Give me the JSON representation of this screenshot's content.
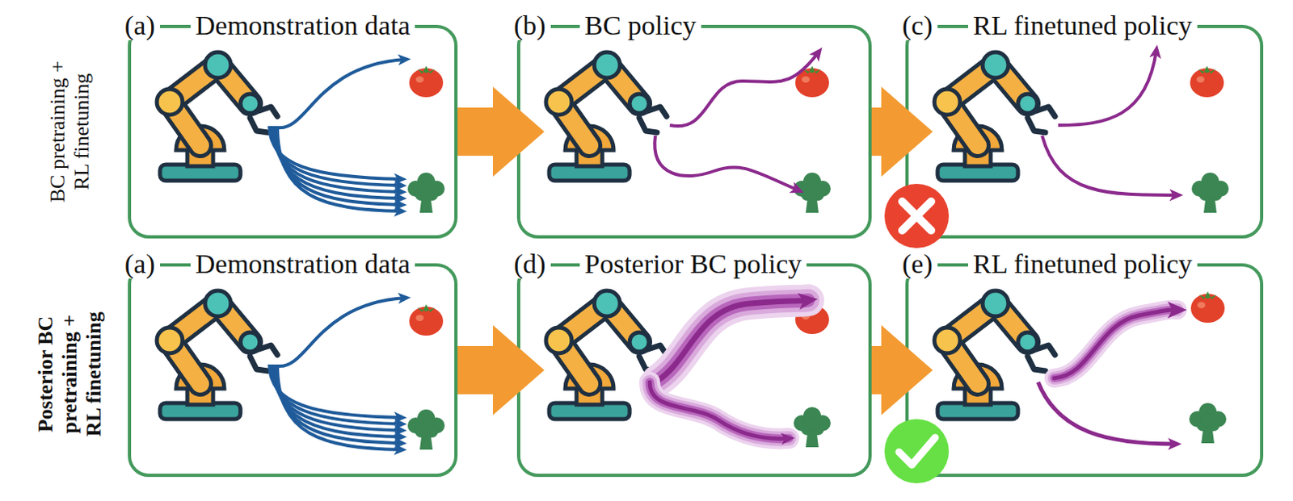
{
  "diagram": {
    "nodes": [
      {
        "text": [
          "(a)",
          "Demonstration data"
        ]
      },
      {
        "text": [
          "(b)",
          "BC policy"
        ]
      },
      {
        "text": [
          "(c)",
          "RL finetuned policy"
        ]
      },
      {
        "text": [
          "(a)",
          "Demonstration data"
        ]
      },
      {
        "text": [
          "(d)",
          "Posterior BC policy"
        ]
      },
      {
        "text": [
          "(e)",
          "RL finetuned policy"
        ]
      }
    ],
    "edges": [
      {
        "from": 0,
        "to": 1,
        "arrow": "to"
      },
      {
        "from": 1,
        "to": 2,
        "arrow": "to"
      },
      {
        "from": 3,
        "to": 4,
        "arrow": "to"
      },
      {
        "from": 4,
        "to": 5,
        "arrow": "to"
      }
    ],
    "labels": [
      "BC pretraining + RL finetuning",
      "Posterior BC pretraining + RL finetuning"
    ]
  }
}
